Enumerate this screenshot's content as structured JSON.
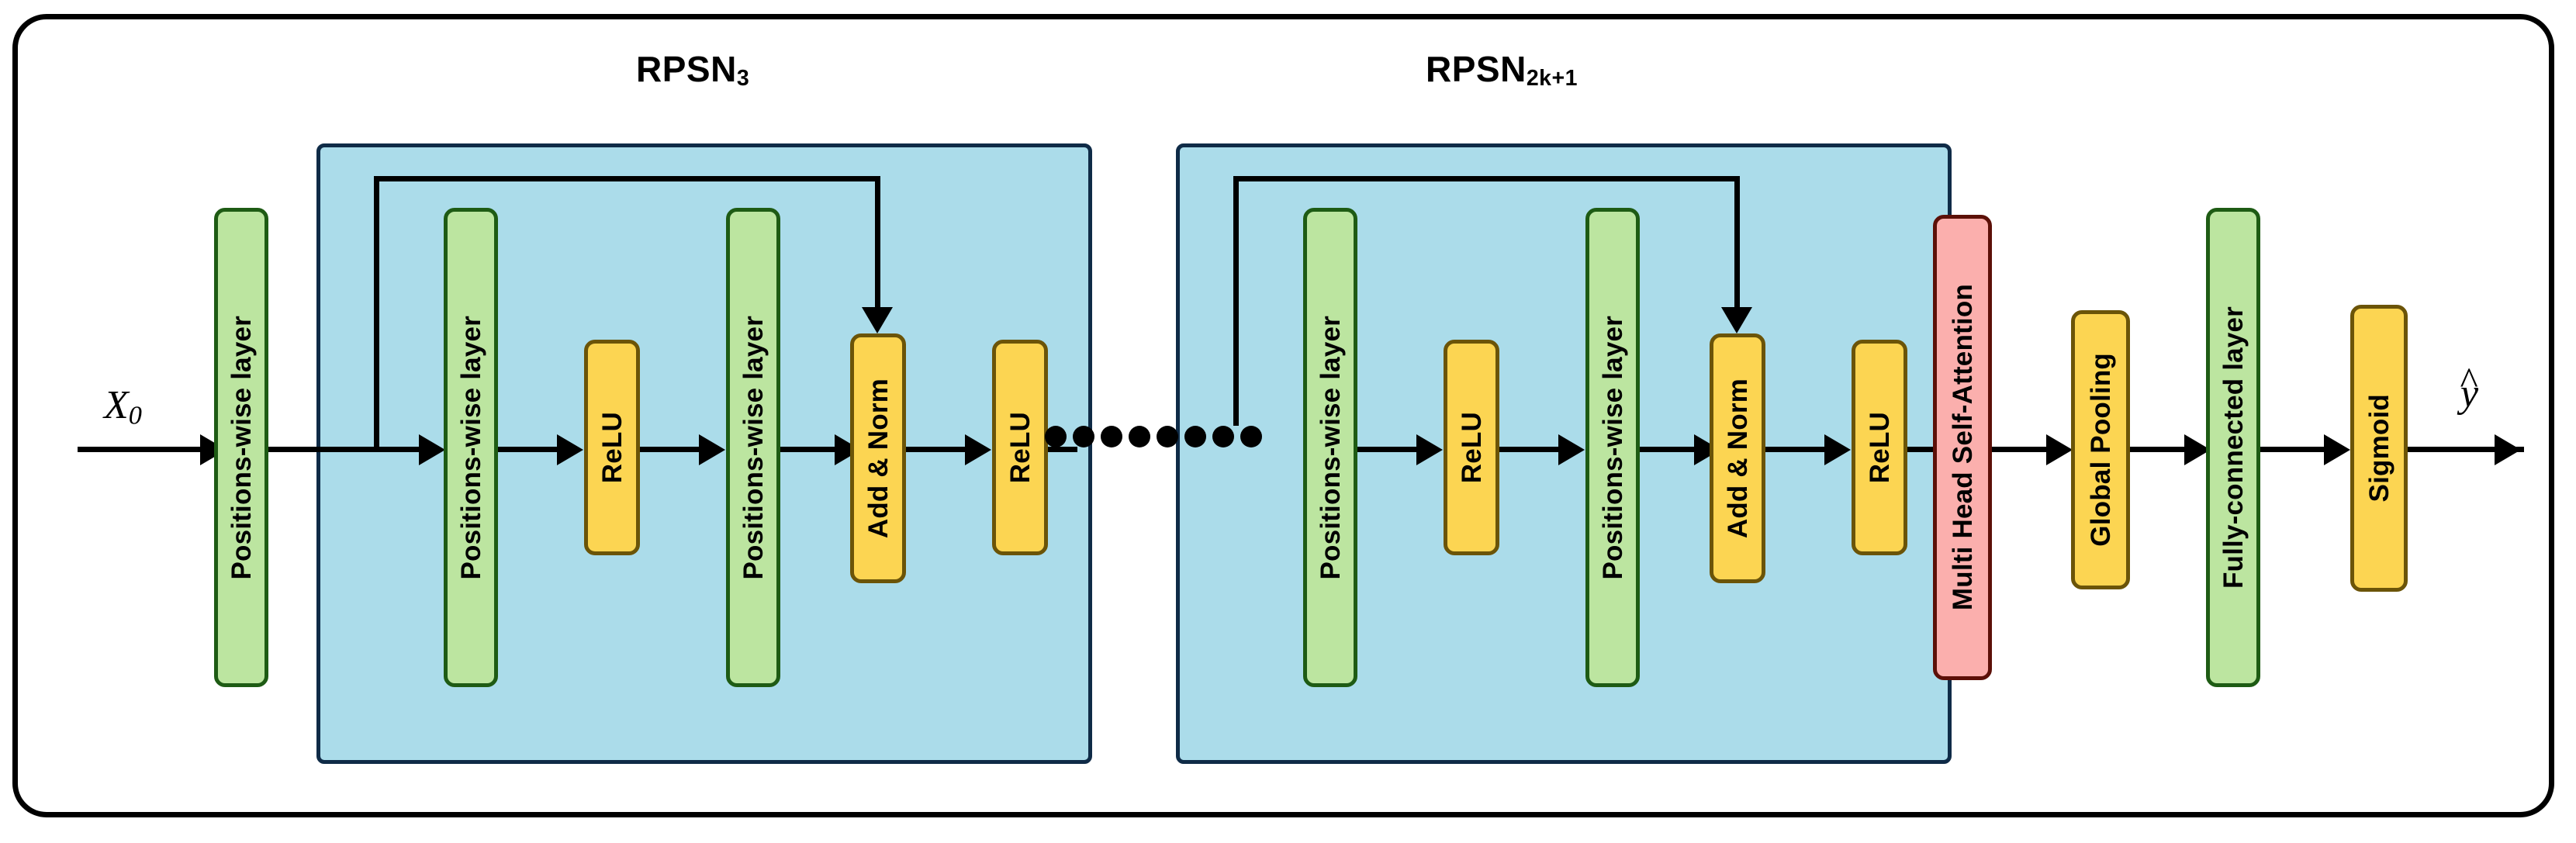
{
  "figure": {
    "type": "neural-network-architecture-diagram",
    "input_label": "X",
    "input_sub": "0",
    "output_label": "y",
    "output_hat": "^"
  },
  "colors": {
    "group_fill": "#ABDCEA",
    "group_stroke": "#0F2B47",
    "green_fill": "#BCE5A0",
    "green_stroke": "#1E5B14",
    "yellow_fill": "#FCD552",
    "yellow_stroke": "#6B5408",
    "pink_fill": "#FBAFAD",
    "pink_stroke": "#5C1008",
    "line": "#000000",
    "frame": "#000000",
    "background": "#FFFFFF"
  },
  "stem": {
    "input_layer": {
      "label": "Positions-wise layer",
      "kind": "green"
    }
  },
  "groups": [
    {
      "id": "rpsn-3",
      "title_main": "RPSN",
      "title_sub": "3",
      "nodes": [
        {
          "label": "Positions-wise layer",
          "kind": "green"
        },
        {
          "label": "ReLU",
          "kind": "yellow"
        },
        {
          "label": "Positions-wise layer",
          "kind": "green"
        },
        {
          "label": "Add & Norm",
          "kind": "yellow"
        },
        {
          "label": "ReLU",
          "kind": "yellow"
        }
      ],
      "skip_connection": {
        "from": "block-input",
        "to": "Add & Norm"
      }
    },
    {
      "id": "rpsn-2k1",
      "title_main": "RPSN",
      "title_sub": "2k+1",
      "nodes": [
        {
          "label": "Positions-wise layer",
          "kind": "green"
        },
        {
          "label": "ReLU",
          "kind": "yellow"
        },
        {
          "label": "Positions-wise layer",
          "kind": "green"
        },
        {
          "label": "Add & Norm",
          "kind": "yellow"
        },
        {
          "label": "ReLU",
          "kind": "yellow"
        }
      ],
      "skip_connection": {
        "from": "block-input",
        "to": "Add & Norm"
      }
    }
  ],
  "ellipsis": {
    "dot_count": 8,
    "meaning": "repeated RPSN blocks"
  },
  "head": [
    {
      "label": "Multi Head Self-Attention",
      "kind": "pink"
    },
    {
      "label": "Global Pooling",
      "kind": "yellow"
    },
    {
      "label": "Fully-connected layer",
      "kind": "green"
    },
    {
      "label": "Sigmoid",
      "kind": "yellow"
    }
  ]
}
